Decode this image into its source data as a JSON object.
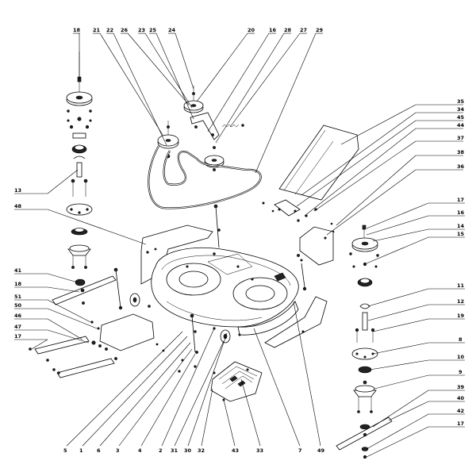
{
  "callouts": {
    "top_left": [
      "18",
      "21",
      "22",
      "26",
      "23",
      "25",
      "24",
      "20",
      "16",
      "28",
      "27",
      "29"
    ],
    "right_top": [
      "35",
      "34",
      "45",
      "44",
      "37",
      "38",
      "36"
    ],
    "right_spindle": [
      "17",
      "16",
      "14",
      "15",
      "11",
      "12",
      "19",
      "8",
      "10",
      "9",
      "39",
      "40",
      "42",
      "17"
    ],
    "left": [
      "13",
      "48",
      "41",
      "18",
      "51",
      "50",
      "46",
      "47",
      "17"
    ],
    "bottom": [
      "5",
      "1",
      "6",
      "3",
      "4",
      "2",
      "31",
      "30",
      "32",
      "43",
      "33",
      "7",
      "49"
    ]
  }
}
